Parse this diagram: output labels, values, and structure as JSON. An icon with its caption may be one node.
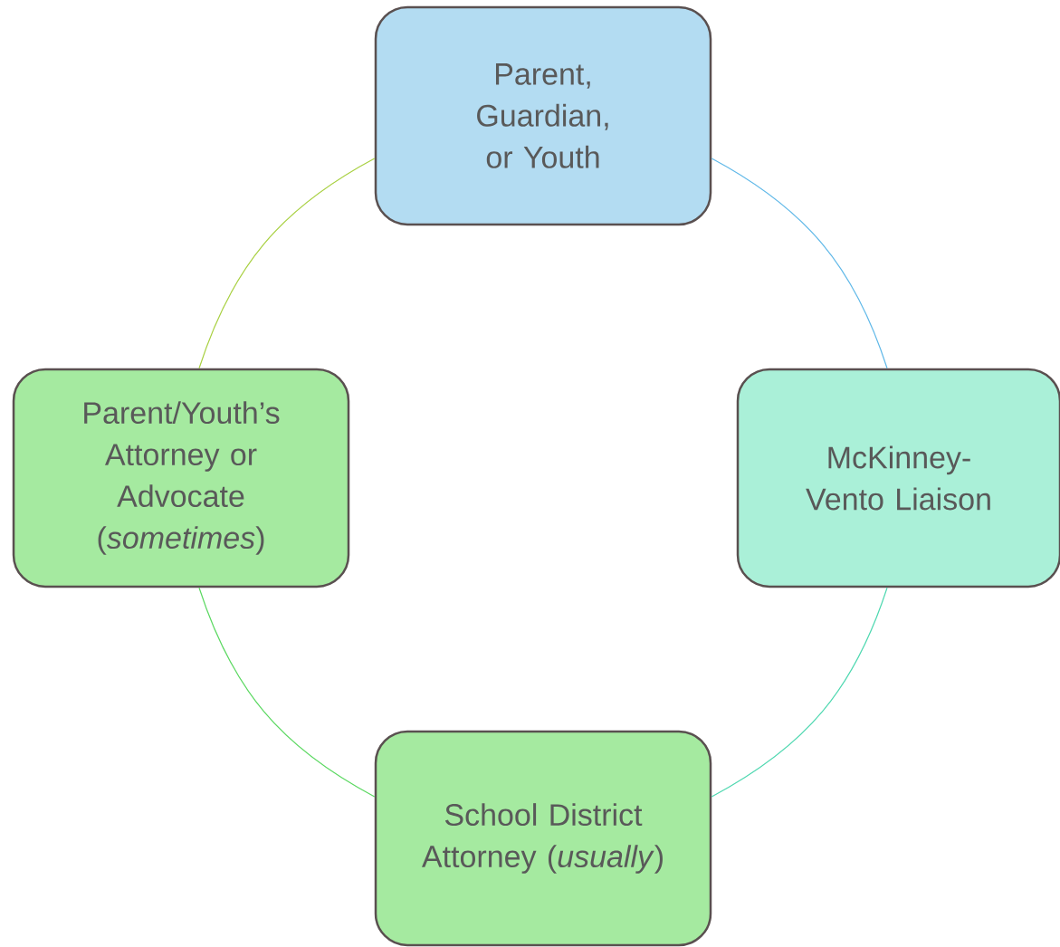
{
  "diagram": {
    "nodes": [
      {
        "text": [
          "Parent, Guardian, or Youth"
        ]
      },
      {
        "text": [
          "McKinney-Vento Liaison"
        ]
      },
      {
        "text": [
          "School District Attorney (*usually*)"
        ]
      },
      {
        "text": [
          "Parent/Youth’s Attorney or Advocate (*sometimes*)"
        ]
      }
    ],
    "edges": [
      {
        "from": 0,
        "to": 1,
        "arrow": "none",
        "color": "#5fb8e8"
      },
      {
        "from": 1,
        "to": 2,
        "arrow": "none",
        "color": "#4ed8b0"
      },
      {
        "from": 2,
        "to": 3,
        "arrow": "none",
        "color": "#5ad860"
      },
      {
        "from": 3,
        "to": 0,
        "arrow": "none",
        "color": "#a8d040"
      }
    ]
  }
}
